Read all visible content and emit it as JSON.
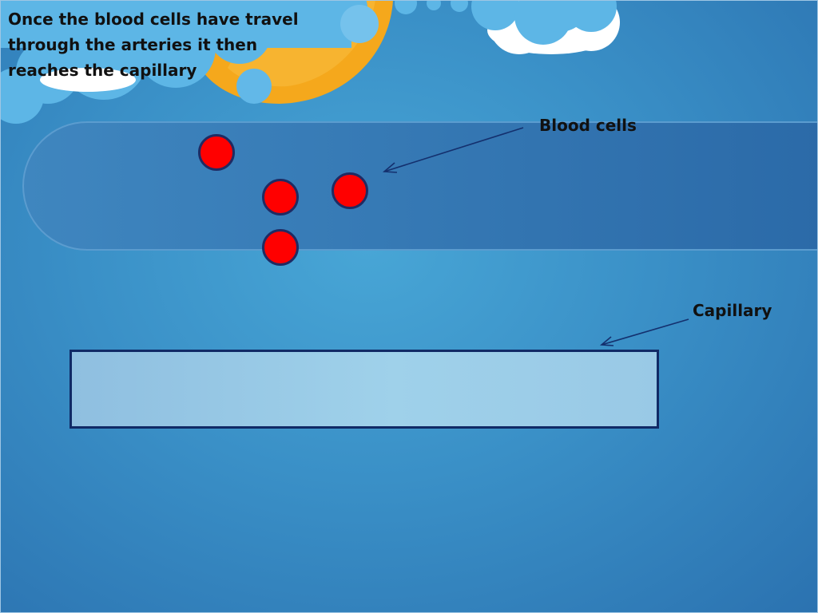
{
  "slide": {
    "caption": "Once the blood cells have travel through the arteries it then reaches the capillary"
  },
  "labels": {
    "blood_cells": "Blood cells",
    "capillary": "Capillary"
  },
  "colors": {
    "background": "#3a90c7",
    "blood_cell": "#ff0000",
    "blood_cell_outline": "#1f2b63",
    "artery": "#2b6aa8",
    "capillary_fill": "#9fd1ea",
    "capillary_border": "#102a66",
    "moon": "#f5a81c",
    "cloud": "#ffffff"
  }
}
